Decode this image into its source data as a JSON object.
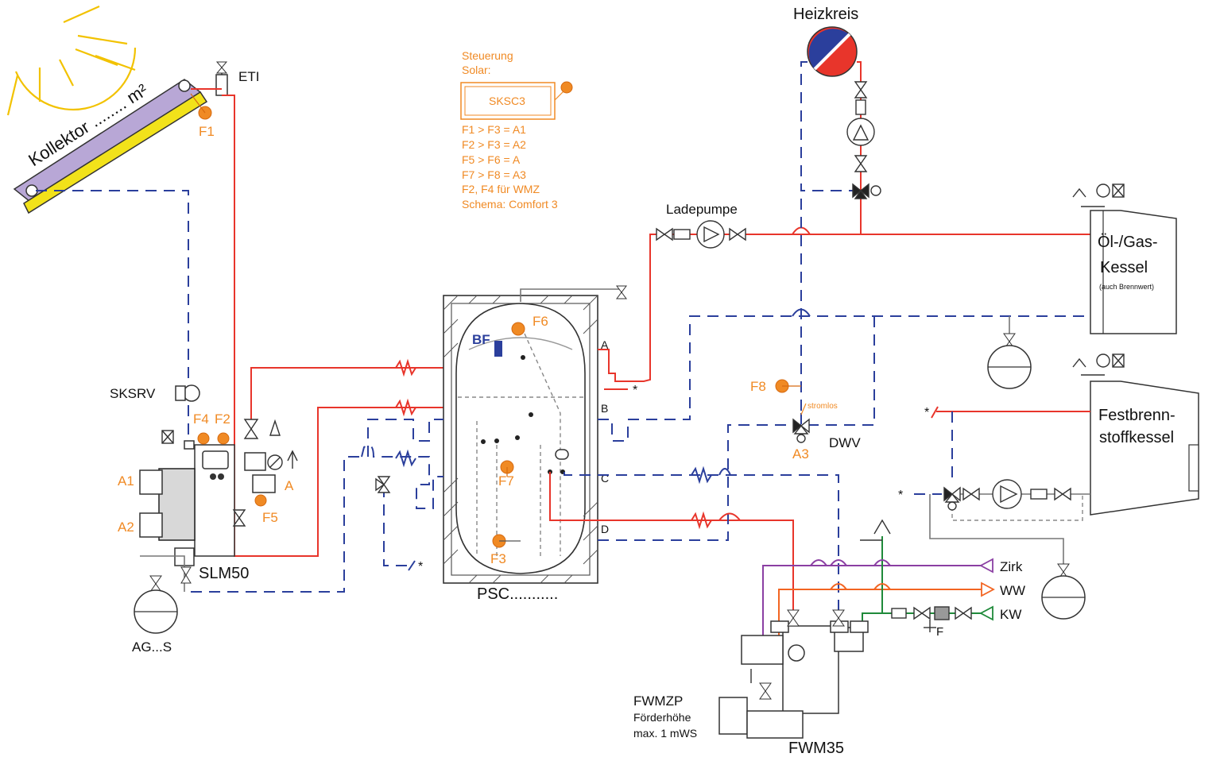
{
  "labels": {
    "heizkreis": "Heizkreis",
    "eti": "ETI",
    "kollektor": "Kollektor ........ m²",
    "f1": "F1",
    "steuerung_line1": "Steuerung",
    "steuerung_line2": "Solar:",
    "sksc3": "SKSC3",
    "rules": [
      "F1 > F3 = A1",
      "F2 > F3 = A2",
      "F5 > F6 = A",
      "F7 > F8 = A3",
      "F2, F4 für WMZ",
      "Schema: Comfort 3"
    ],
    "ladepumpe": "Ladepumpe",
    "oel_gas_line1": "Öl-/Gas-",
    "oel_gas_line2": "Kessel",
    "oel_gas_note": "(auch Brennwert)",
    "festbrenn_line1": "Festbrenn-",
    "festbrenn_line2": "stoffkessel",
    "f6": "F6",
    "bf": "BF",
    "port_a": "A",
    "port_b": "B",
    "port_c": "C",
    "port_d": "D",
    "f7": "F7",
    "f3": "F3",
    "psc": "PSC...........",
    "f8": "F8",
    "stromlos": "stromlos",
    "a3": "A3",
    "dwv": "DWV",
    "sksrv": "SKSRV",
    "f4": "F4",
    "f2": "F2",
    "a1": "A1",
    "a2": "A2",
    "a": "A",
    "f5": "F5",
    "slm50": "SLM50",
    "ag_s": "AG...S",
    "zirk": "Zirk",
    "ww": "WW",
    "kw": "KW",
    "f": "F",
    "fwmzp": "FWMZP",
    "foerderhoehe": "Förderhöhe",
    "max_mws": "max. 1 mWS",
    "fwm35": "FWM35",
    "star": "*"
  },
  "colors": {
    "flow_hot": "#e8352b",
    "flow_return": "#2b3f9c",
    "sensor": "#f08a24",
    "collector_frame": "#b8a7d6",
    "collector_absorber": "#f2e21a",
    "circulation": "#8b3fa3",
    "warm_water": "#f26522",
    "cold_water": "#1f8a3a"
  },
  "icons": [
    "sun-icon",
    "valve-icon",
    "pump-icon",
    "expansion-vessel-icon",
    "heat-meter-icon",
    "mixing-valve-icon",
    "safety-valve-icon",
    "manometer-icon",
    "check-valve-icon",
    "filter-icon"
  ]
}
